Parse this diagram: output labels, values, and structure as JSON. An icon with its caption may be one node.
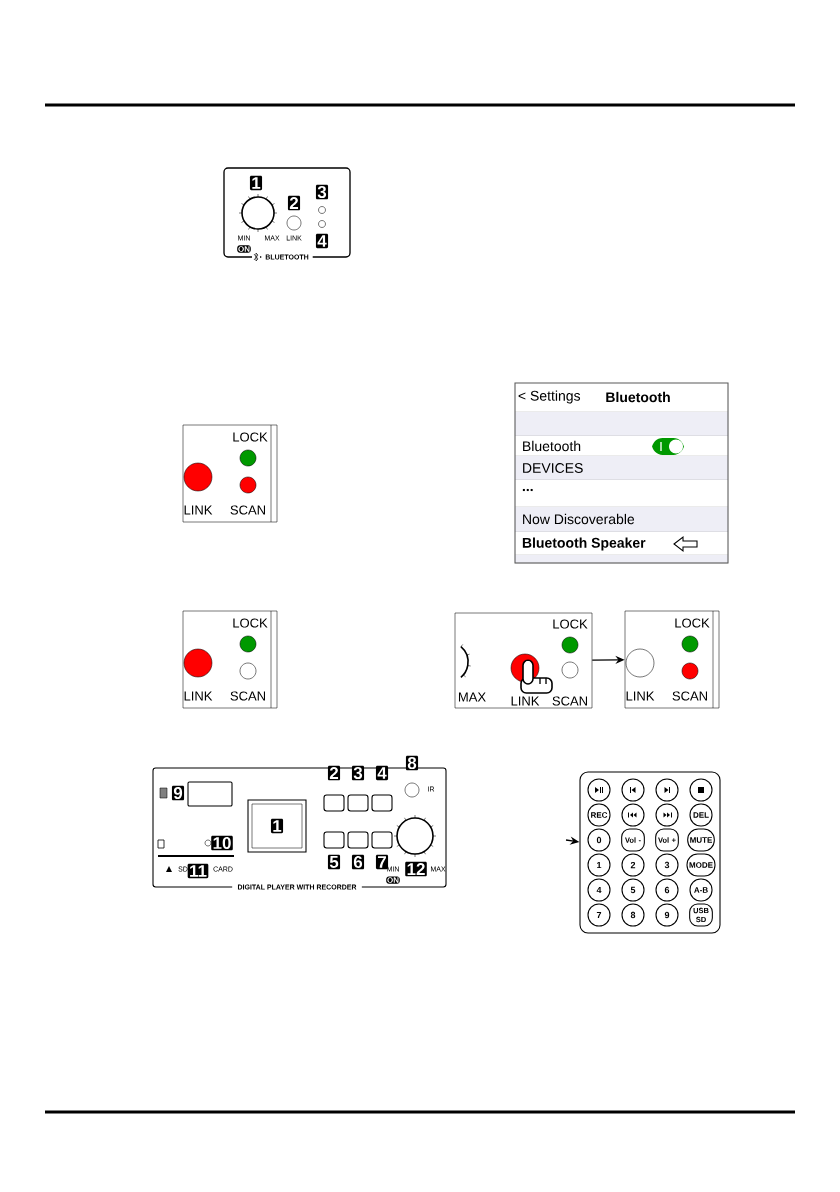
{
  "diagram": {
    "nodes": [
      {
        "text": [
          "1",
          "2",
          "3",
          "MIN",
          "MAX",
          "LINK",
          "4",
          "ON",
          "BLUETOOTH"
        ]
      },
      {
        "text": [
          "LOCK",
          "LINK",
          "SCAN"
        ]
      },
      {
        "text": [
          "< Settings",
          "Bluetooth",
          "Bluetooth",
          "DEVICES",
          "...",
          "Now Discoverable",
          "Bluetooth Speaker"
        ]
      },
      {
        "text": [
          "LOCK",
          "LINK",
          "SCAN"
        ]
      },
      {
        "text": [
          "LOCK",
          "MAX",
          "LINK",
          "SCAN"
        ]
      },
      {
        "text": [
          "LOCK",
          "LINK",
          "SCAN"
        ]
      },
      {
        "text": [
          "2",
          "3",
          "4",
          "8",
          "9",
          "IR",
          "1",
          "10",
          "SD",
          "11",
          "CARD",
          "5",
          "6",
          "7",
          "MIN",
          "12",
          "MAX",
          "ON",
          "DIGITAL PLAYER WITH RECORDER"
        ]
      },
      {
        "text": [
          "REC",
          "DEL",
          "0",
          "Vol -",
          "Vol +",
          "MUTE",
          "1",
          "2",
          "3",
          "MODE",
          "4",
          "5",
          "6",
          "A-B",
          "7",
          "8",
          "9",
          "USB SD"
        ]
      }
    ],
    "edges": [
      {
        "from": 4,
        "to": 5,
        "arrow": "to"
      },
      {
        "from": null,
        "to": 7,
        "arrow": "to"
      }
    ]
  }
}
